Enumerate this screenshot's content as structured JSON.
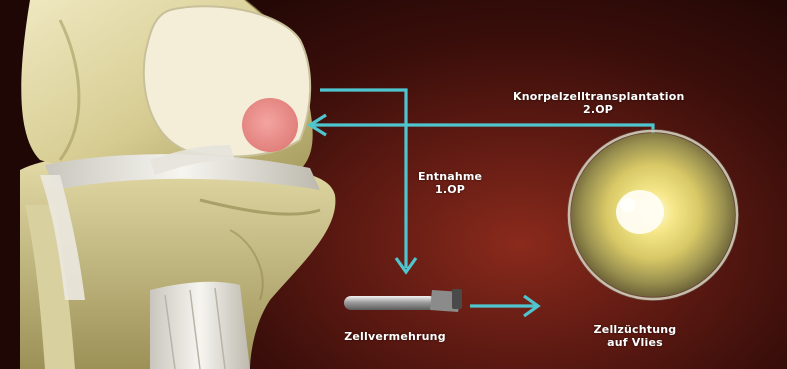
{
  "labels": {
    "harvest": {
      "line1": "Entnahme",
      "line2": "1.OP"
    },
    "transplant": {
      "line1": "Knorpelzelltransplantation",
      "line2": "2.OP"
    },
    "multiplication": {
      "line1": "Zellvermehrung"
    },
    "culture": {
      "line1": "Zellzüchtung",
      "line2": "auf Vlies"
    }
  },
  "colors": {
    "arrow": "#4fc6cf",
    "background_dark": "#2a0a07",
    "background_glow": "#8a2a1c",
    "bone": "#d8cf9a",
    "defect_spot": "#e98a86",
    "culture_yellow": "#f3e37a"
  }
}
